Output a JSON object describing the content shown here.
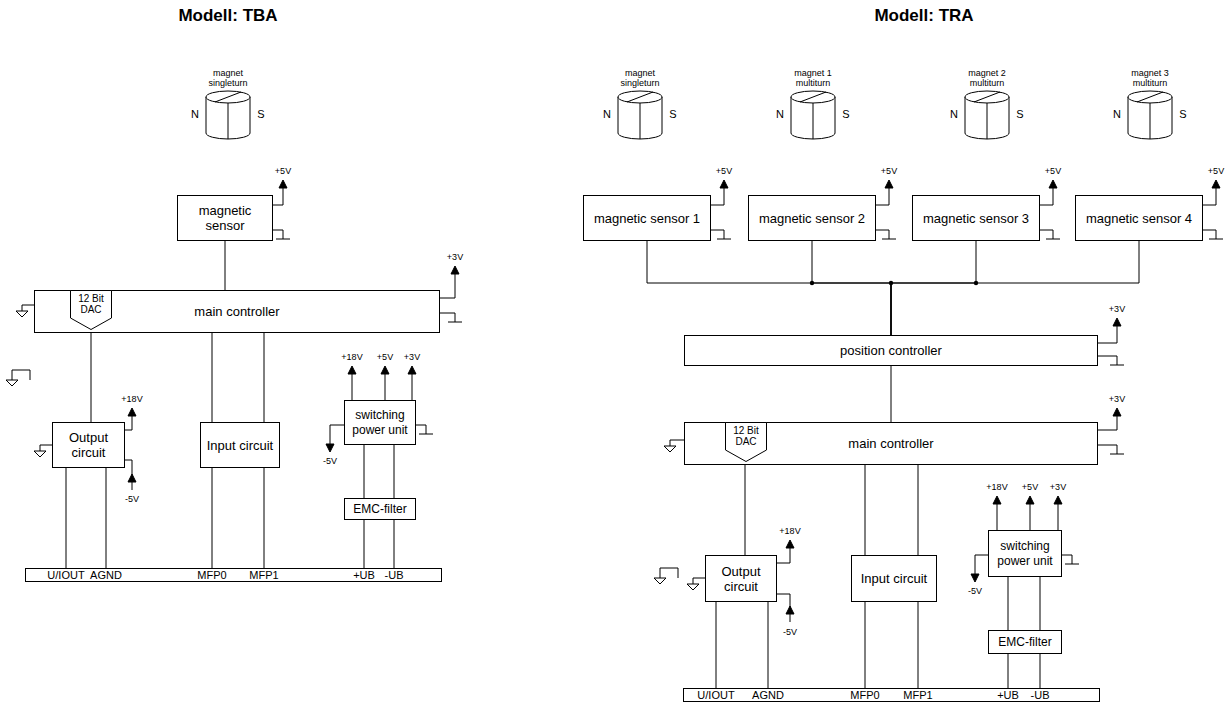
{
  "diagram": {
    "nodes": [
      {
        "text": [
          "magnet singleturn",
          "N",
          "S"
        ]
      },
      {
        "text": [
          "magnetic sensor"
        ]
      },
      {
        "text": [
          "main controller"
        ]
      },
      {
        "text": [
          "12 Bit DAC"
        ],
        "in": 2
      },
      {
        "text": [
          "Output circuit"
        ]
      },
      {
        "text": [
          "Input circuit"
        ]
      },
      {
        "text": [
          "switching power unit"
        ]
      },
      {
        "text": [
          "EMC-filter"
        ]
      },
      {
        "text": [
          "U/IOUT",
          "AGND",
          "MFP0",
          "MFP1",
          "+UB",
          "-UB"
        ]
      },
      {
        "text": [
          "magnet singleturn",
          "N",
          "S"
        ]
      },
      {
        "text": [
          "magnet 1 multiturn",
          "N",
          "S"
        ]
      },
      {
        "text": [
          "magnet 2 multiturn",
          "N",
          "S"
        ]
      },
      {
        "text": [
          "magnet 3 multiturn",
          "N",
          "S"
        ]
      },
      {
        "text": [
          "magnetic sensor 1"
        ]
      },
      {
        "text": [
          "magnetic sensor 2"
        ]
      },
      {
        "text": [
          "magnetic sensor 3"
        ]
      },
      {
        "text": [
          "magnetic sensor 4"
        ]
      },
      {
        "text": [
          "position controller"
        ]
      },
      {
        "text": [
          "main controller"
        ]
      },
      {
        "text": [
          "12 Bit DAC"
        ],
        "in": 18
      },
      {
        "text": [
          "Output circuit"
        ]
      },
      {
        "text": [
          "Input circuit"
        ]
      },
      {
        "text": [
          "switching power unit"
        ]
      },
      {
        "text": [
          "EMC-filter"
        ]
      },
      {
        "text": [
          "U/IOUT",
          "AGND",
          "MFP0",
          "MFP1",
          "+UB",
          "-UB"
        ]
      }
    ],
    "edges": [
      {
        "from": 1,
        "to": 2,
        "arrow": "none"
      },
      {
        "from": 3,
        "to": 4,
        "arrow": "none"
      },
      {
        "from": 2,
        "to": 5,
        "arrow": "none"
      },
      {
        "from": 2,
        "to": 5,
        "arrow": "none"
      },
      {
        "from": 5,
        "to": 8,
        "arrow": "none"
      },
      {
        "from": 5,
        "to": 8,
        "arrow": "none"
      },
      {
        "from": 4,
        "to": 8,
        "arrow": "none"
      },
      {
        "from": 4,
        "to": 8,
        "arrow": "none"
      },
      {
        "from": 6,
        "to": 7,
        "arrow": "none"
      },
      {
        "from": 6,
        "to": 7,
        "arrow": "none"
      },
      {
        "from": 7,
        "to": 8,
        "arrow": "none"
      },
      {
        "from": 7,
        "to": 8,
        "arrow": "none"
      },
      {
        "from": 13,
        "to": 17,
        "arrow": "none"
      },
      {
        "from": 14,
        "to": 17,
        "arrow": "none"
      },
      {
        "from": 15,
        "to": 17,
        "arrow": "none"
      },
      {
        "from": 16,
        "to": 17,
        "arrow": "none"
      },
      {
        "from": 17,
        "to": 18,
        "arrow": "none"
      },
      {
        "from": 19,
        "to": 20,
        "arrow": "none"
      },
      {
        "from": 18,
        "to": 21,
        "arrow": "none"
      },
      {
        "from": 18,
        "to": 21,
        "arrow": "none"
      },
      {
        "from": 21,
        "to": 24,
        "arrow": "none"
      },
      {
        "from": 21,
        "to": 24,
        "arrow": "none"
      },
      {
        "from": 20,
        "to": 24,
        "arrow": "none"
      },
      {
        "from": 20,
        "to": 24,
        "arrow": "none"
      },
      {
        "from": 22,
        "to": 23,
        "arrow": "none"
      },
      {
        "from": 22,
        "to": 23,
        "arrow": "none"
      },
      {
        "from": 23,
        "to": 24,
        "arrow": "none"
      },
      {
        "from": 23,
        "to": 24,
        "arrow": "none"
      }
    ],
    "labels": [
      "Modell: TBA",
      "+5V",
      "+3V",
      "+18V",
      "-5V",
      "+18V",
      "+5V",
      "+3V",
      "-5V",
      "Modell: TRA",
      "+5V",
      "+5V",
      "+5V",
      "+5V",
      "+3V",
      "+3V",
      "+18V",
      "-5V",
      "+18V",
      "+5V",
      "+3V",
      "-5V"
    ]
  }
}
